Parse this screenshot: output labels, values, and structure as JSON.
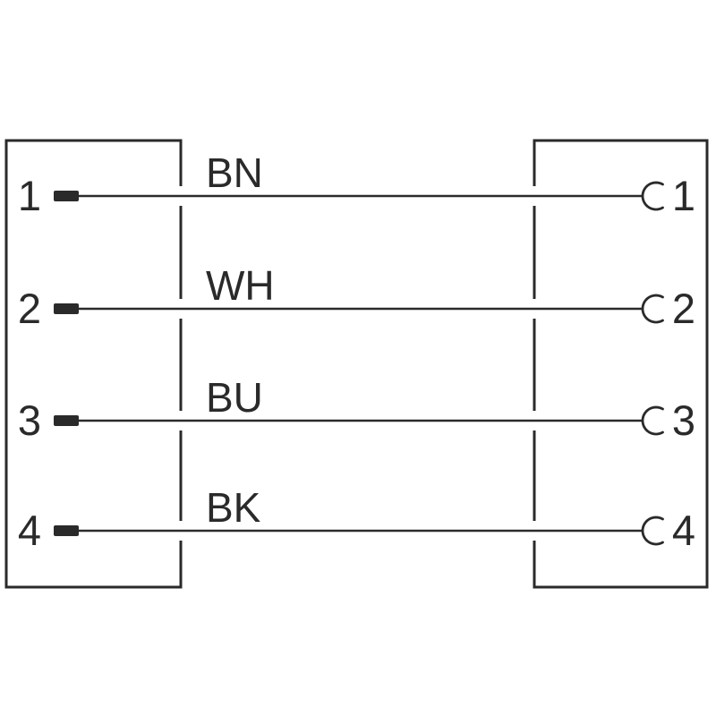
{
  "diagram": {
    "type": "cable-pinout",
    "colors": {
      "stroke": "#2a2a2a",
      "background": "#ffffff"
    },
    "left_connector": {
      "pin_icon": "blade-pin-icon",
      "pins": [
        "1",
        "2",
        "3",
        "4"
      ]
    },
    "right_connector": {
      "pin_icon": "socket-arc-icon",
      "pins": [
        "1",
        "2",
        "3",
        "4"
      ]
    },
    "wires": [
      {
        "left_pin": "1",
        "label": "BN",
        "right_pin": "1"
      },
      {
        "left_pin": "2",
        "label": "WH",
        "right_pin": "2"
      },
      {
        "left_pin": "3",
        "label": "BU",
        "right_pin": "3"
      },
      {
        "left_pin": "4",
        "label": "BK",
        "right_pin": "4"
      }
    ]
  }
}
